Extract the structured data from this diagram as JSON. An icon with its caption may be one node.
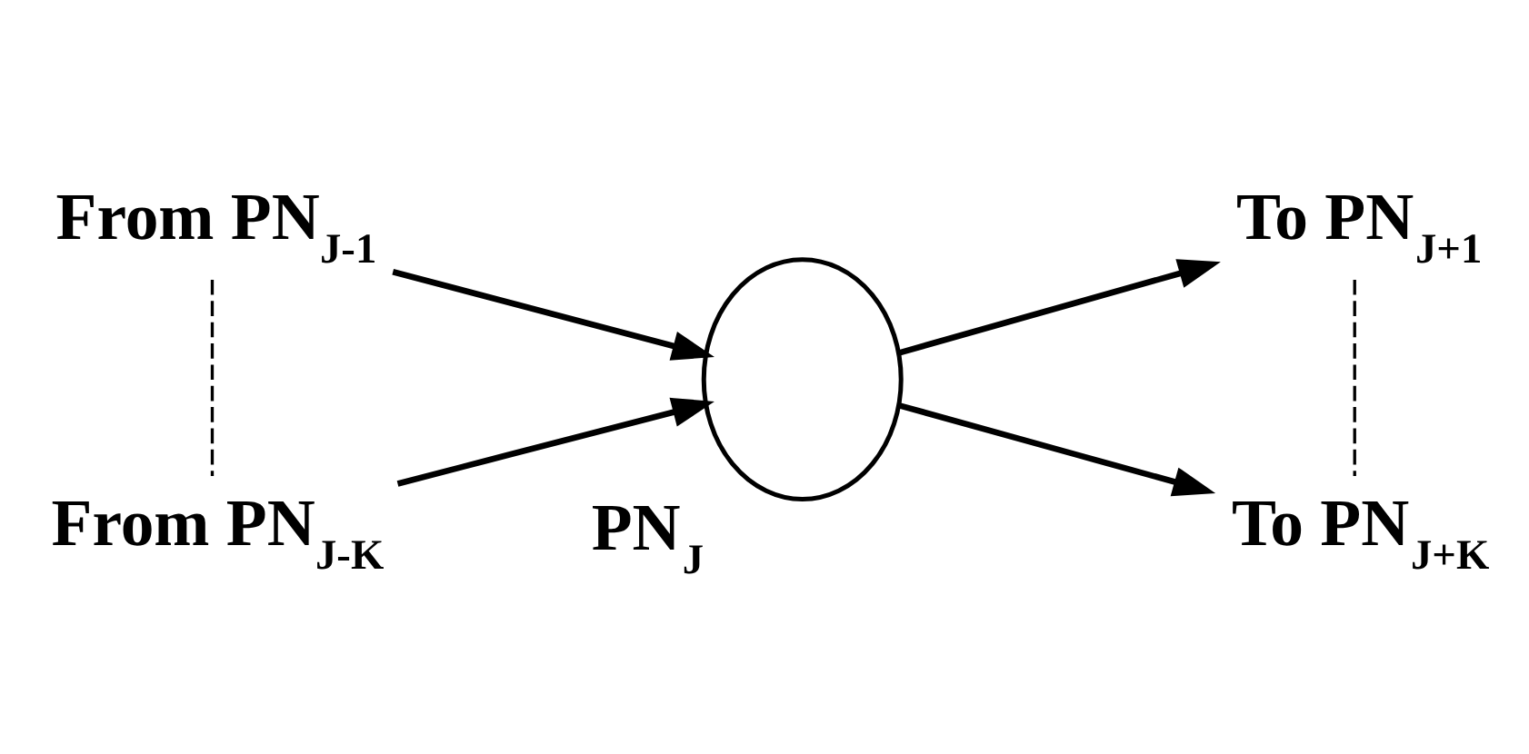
{
  "diagram": {
    "nodes": [
      {
        "text": [
          "PN$_{J}$"
        ]
      },
      {
        "text": [
          "From PN$_{J-1}$"
        ]
      },
      {
        "text": [
          "To PN$_{J+1}$"
        ]
      },
      {
        "text": [
          "From PN$_{J-K}$"
        ]
      },
      {
        "text": [
          "To PN$_{J+K}$"
        ]
      }
    ],
    "edges": [
      {
        "from": 1,
        "to": 0,
        "arrow": "to"
      },
      {
        "from": 3,
        "to": 0,
        "arrow": "to"
      },
      {
        "from": 0,
        "to": 2,
        "arrow": "to"
      },
      {
        "from": 0,
        "to": 4,
        "arrow": "to"
      },
      {
        "from": 1,
        "to": 3,
        "arrow": "none",
        "style": "dashed"
      },
      {
        "from": 2,
        "to": 4,
        "arrow": "none",
        "style": "dashed"
      }
    ]
  }
}
